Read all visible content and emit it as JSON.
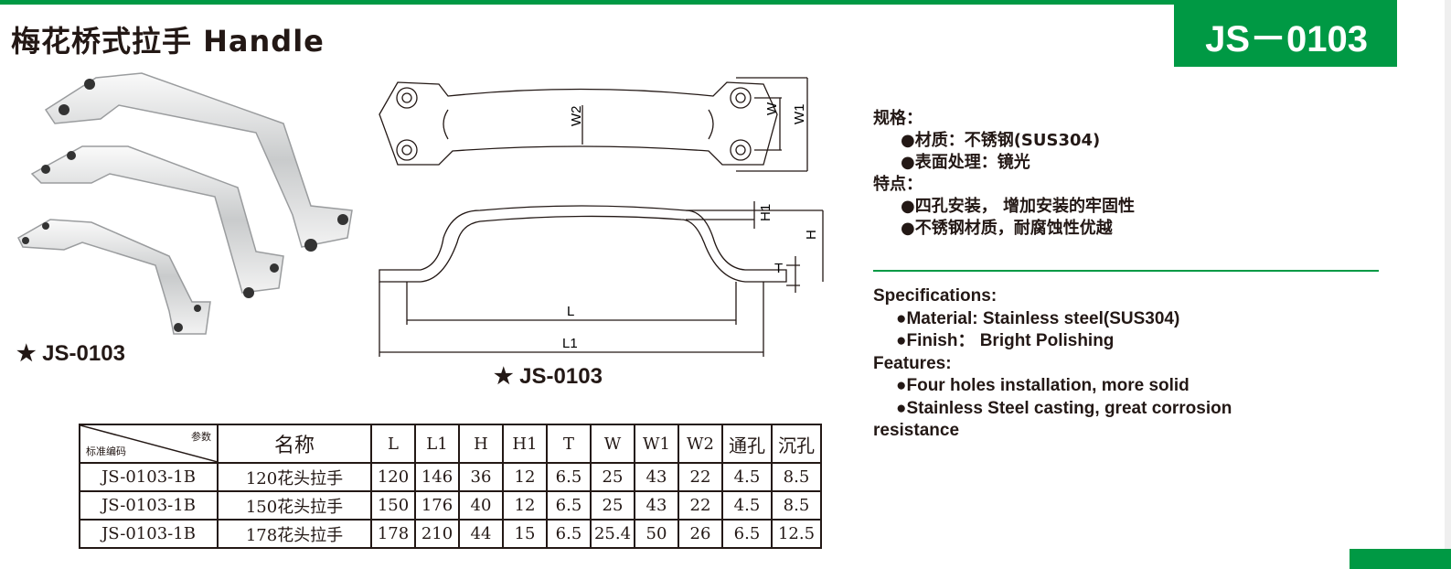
{
  "header": {
    "title": "梅花桥式拉手 Handle",
    "model_badge": "JS－0103"
  },
  "photo_caption": "★ JS-0103",
  "drawing_caption": "★ JS-0103",
  "drawing_labels": {
    "W2": "W2",
    "W": "W",
    "W1": "W1",
    "H1": "H1",
    "H": "H",
    "T": "T",
    "L": "L",
    "L1": "L1"
  },
  "specs_cn": {
    "spec_heading": "规格：",
    "material": "●材质：不锈钢(SUS304)",
    "finish": "●表面处理：镜光",
    "feature_heading": "特点：",
    "feature1": "●四孔安装， 增加安装的牢固性",
    "feature2": "●不锈钢材质，耐腐蚀性优越"
  },
  "specs_en": {
    "spec_heading": "Specifications:",
    "material": "●Material: Stainless steel(SUS304)",
    "finish": "●Finish： Bright Polishing",
    "feature_heading": "Features:",
    "feature1": "●Four holes installation, more solid",
    "feature2": "●Stainless Steel casting, great corrosion",
    "feature2_cont": "resistance"
  },
  "table": {
    "corner_top": "参数",
    "corner_bottom": "标准编码",
    "headers": [
      "名称",
      "L",
      "L1",
      "H",
      "H1",
      "T",
      "W",
      "W1",
      "W2",
      "通孔",
      "沉孔"
    ],
    "rows": [
      [
        "JS-0103-1B",
        "120花头拉手",
        "120",
        "146",
        "36",
        "12",
        "6.5",
        "25",
        "43",
        "22",
        "4.5",
        "8.5"
      ],
      [
        "JS-0103-1B",
        "150花头拉手",
        "150",
        "176",
        "40",
        "12",
        "6.5",
        "25",
        "43",
        "22",
        "4.5",
        "8.5"
      ],
      [
        "JS-0103-1B",
        "178花头拉手",
        "178",
        "210",
        "44",
        "15",
        "6.5",
        "25.4",
        "50",
        "26",
        "6.5",
        "12.5"
      ]
    ]
  }
}
